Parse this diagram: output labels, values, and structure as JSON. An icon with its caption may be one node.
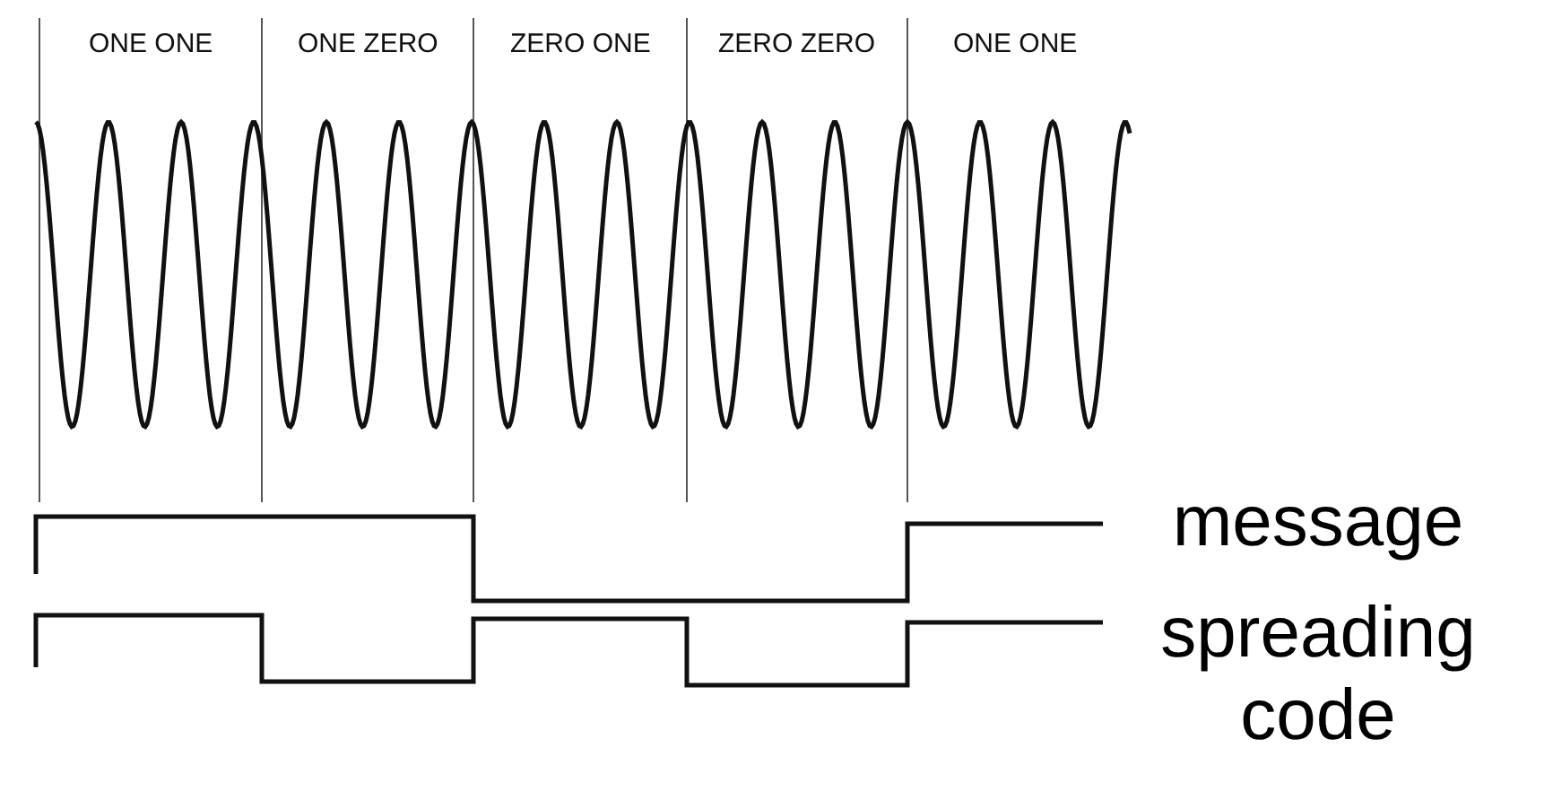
{
  "diagram": {
    "labels": [
      "ONE ONE",
      "ONE ZERO",
      "ZERO ONE",
      "ZERO ZERO",
      "ONE ONE",
      "message",
      "spreading code"
    ]
  }
}
